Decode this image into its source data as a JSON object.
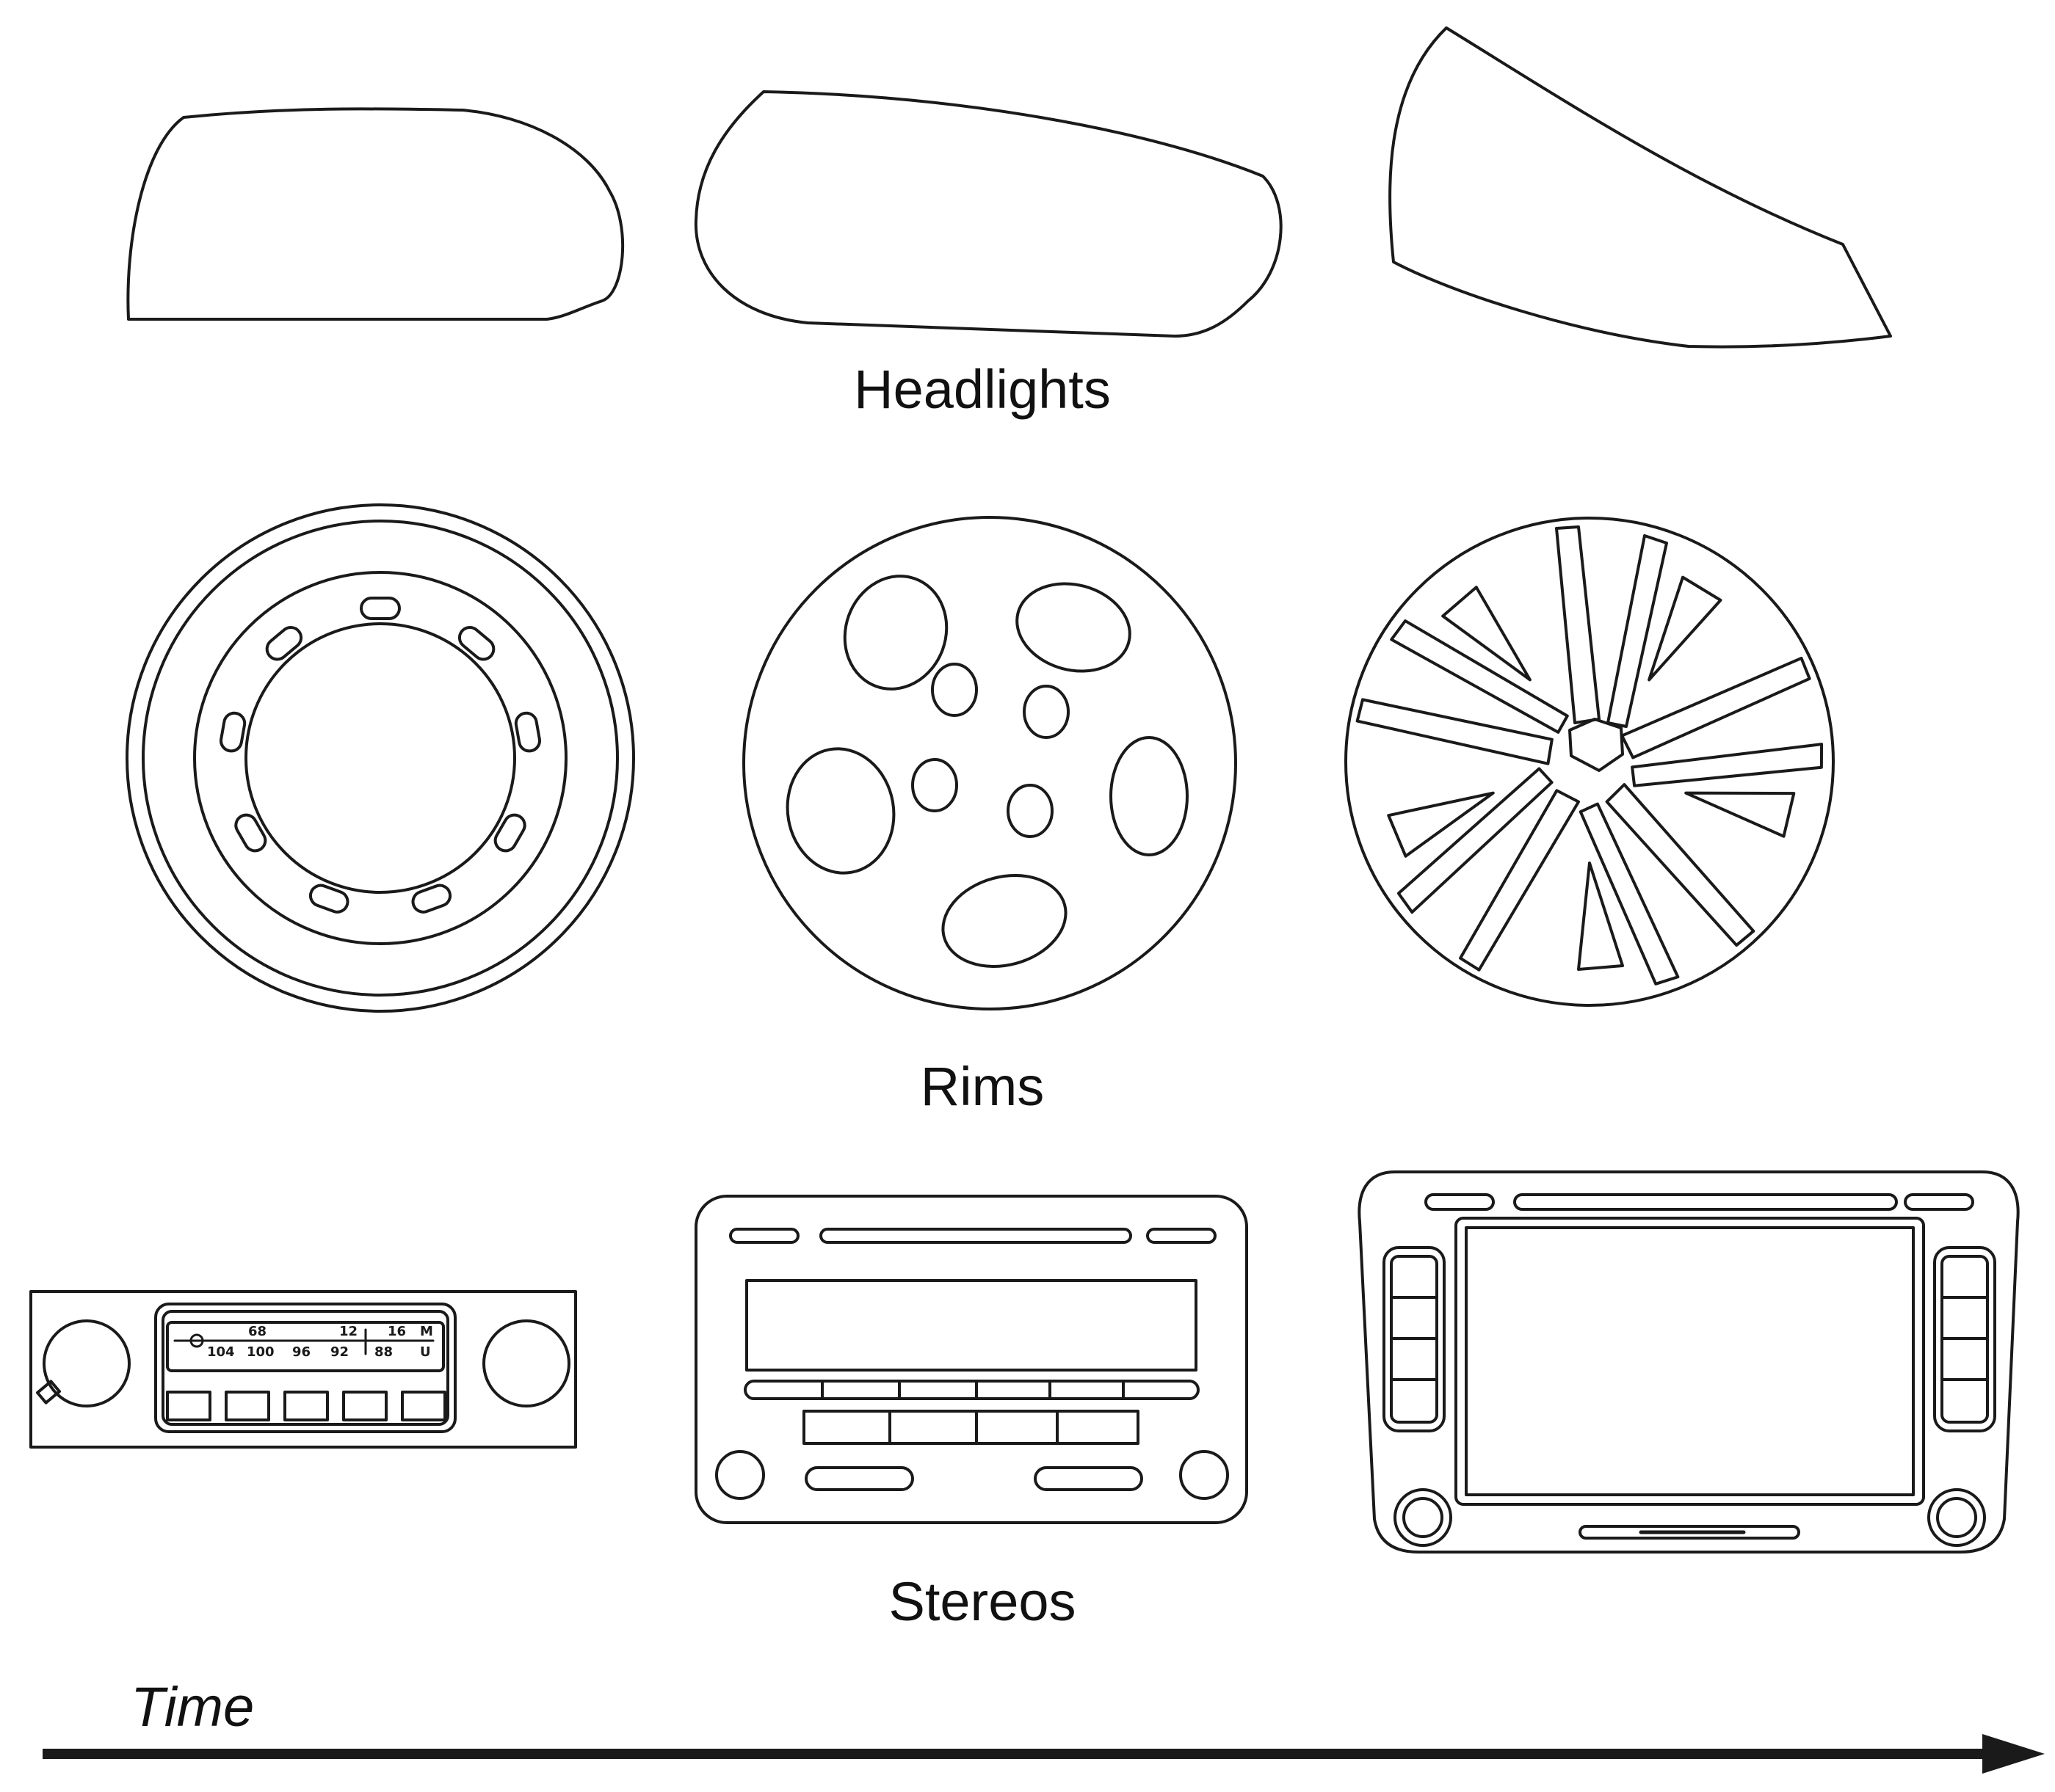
{
  "labels": {
    "headlights": "Headlights",
    "rims": "Rims",
    "stereos": "Stereos",
    "time": "Time"
  },
  "radio_dial": {
    "top_numbers": [
      "68",
      "12",
      "16",
      "M"
    ],
    "bottom_numbers": [
      "104",
      "100",
      "96",
      "92",
      "88",
      "U"
    ]
  },
  "colors": {
    "stroke": "#1a1a1a",
    "background": "#ffffff"
  }
}
